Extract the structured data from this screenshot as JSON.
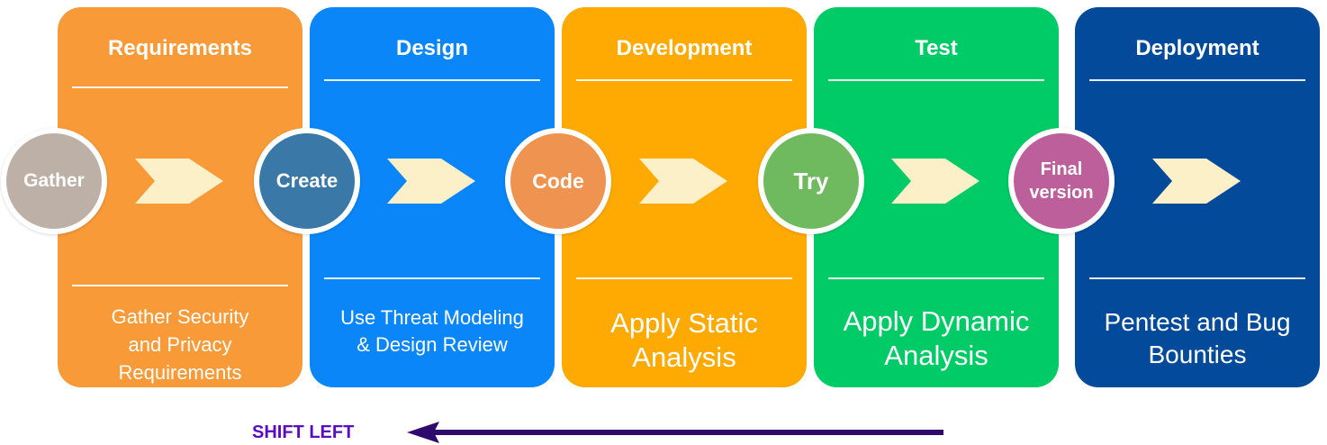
{
  "phases": [
    {
      "title": "Requirements",
      "description": "Gather Security\nand Privacy\nRequirements",
      "step": "Gather",
      "color": "#F89A38",
      "step_color": "#BDB0A6"
    },
    {
      "title": "Design",
      "description": "Use Threat Modeling\n& Design Review",
      "step": "Create",
      "color": "#0A86F8",
      "step_color": "#3A78A8"
    },
    {
      "title": "Development",
      "description": "Apply Static\nAnalysis",
      "step": "Code",
      "color": "#FEAA02",
      "step_color": "#EE9350"
    },
    {
      "title": "Test",
      "description": "Apply Dynamic\nAnalysis",
      "step": "Try",
      "color": "#01CB66",
      "step_color": "#6FB95E"
    },
    {
      "title": "Deployment",
      "description": "Pentest and Bug\nBounties",
      "step": "Final\nversion",
      "color": "#034B9A",
      "step_color": "#BD5F9B"
    }
  ],
  "shift": {
    "label": "SHIFT LEFT",
    "color": "#5A0CC4",
    "arrow_color": "#2E0A6E"
  },
  "chevron_color": "#FBF0C8"
}
